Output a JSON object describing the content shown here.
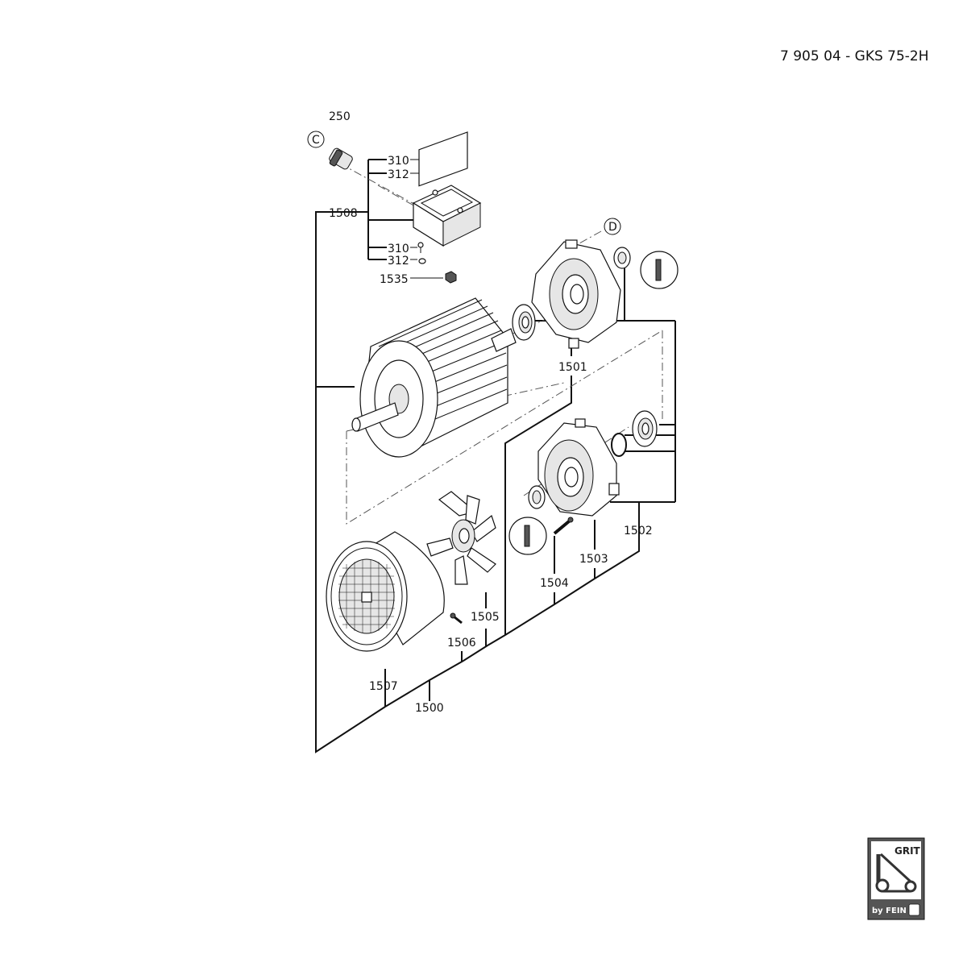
{
  "header": {
    "document_id": "7 905 04 - GKS 75-2H"
  },
  "diagram": {
    "callouts": [
      {
        "id": "250",
        "label": "250"
      },
      {
        "id": "ref-c",
        "label": "C"
      },
      {
        "id": "310-top",
        "label": "310"
      },
      {
        "id": "312-top",
        "label": "312"
      },
      {
        "id": "1508",
        "label": "1508"
      },
      {
        "id": "ref-d",
        "label": "D"
      },
      {
        "id": "310-bottom",
        "label": "310"
      },
      {
        "id": "312-bottom",
        "label": "312"
      },
      {
        "id": "1535",
        "label": "1535"
      },
      {
        "id": "1501",
        "label": "1501"
      },
      {
        "id": "1502",
        "label": "1502"
      },
      {
        "id": "1503",
        "label": "1503"
      },
      {
        "id": "1504",
        "label": "1504"
      },
      {
        "id": "1505",
        "label": "1505"
      },
      {
        "id": "1506",
        "label": "1506"
      },
      {
        "id": "1507",
        "label": "1507"
      },
      {
        "id": "1500",
        "label": "1500"
      }
    ]
  },
  "logo": {
    "brand": "GRIT",
    "tagline": "by FEIN"
  }
}
